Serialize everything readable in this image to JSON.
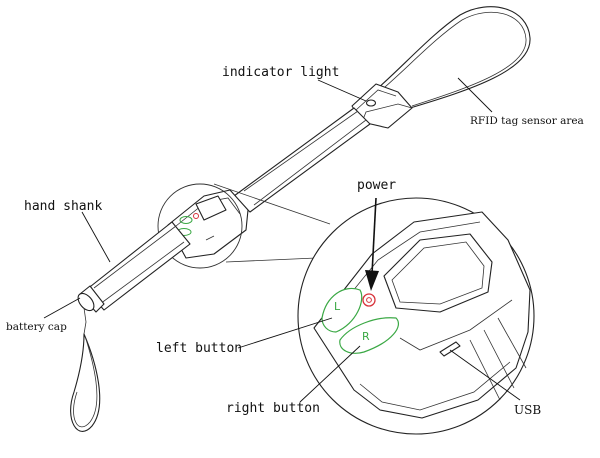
{
  "labels": {
    "indicator_light": "indicator light",
    "rfid_area": "RFID tag sensor area",
    "power": "power",
    "hand_shank": "hand shank",
    "battery_cap": "battery cap",
    "left_button": "left button",
    "right_button": "right button",
    "usb": "USB"
  },
  "buttons": {
    "left_letter": "L",
    "right_letter": "R"
  },
  "colors": {
    "button_outline": "#3aa844",
    "power_button": "#d8323a",
    "line": "#222222"
  }
}
